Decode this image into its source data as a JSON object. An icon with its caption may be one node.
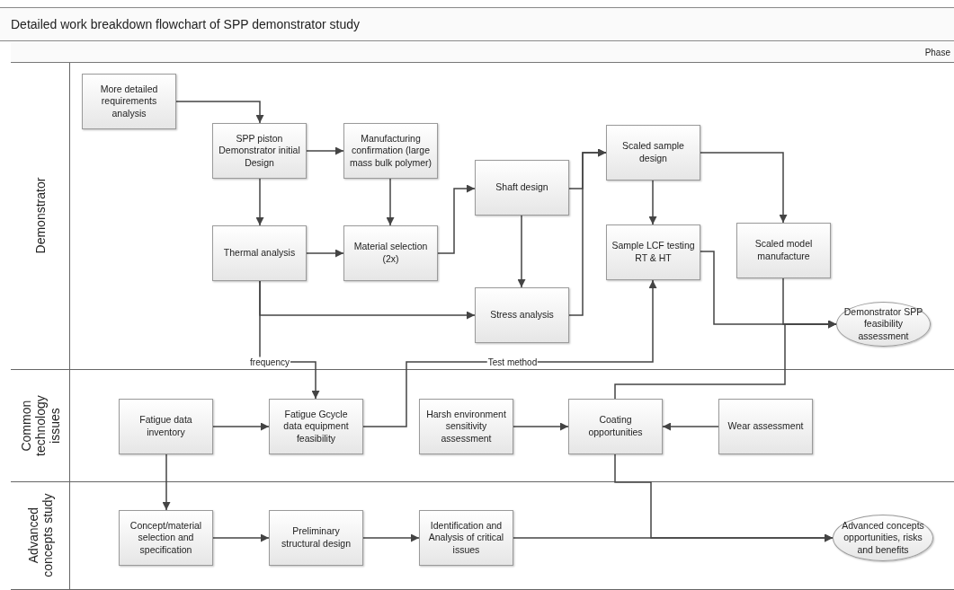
{
  "diagram": {
    "title": "Detailed work breakdown flowchart of SPP demonstrator study",
    "nodes": [
      {
        "text": [
          "Demonstrator"
        ]
      },
      {
        "text": [
          "Common technology issues"
        ]
      },
      {
        "text": [
          "Advanced concepts study"
        ]
      },
      {
        "text": [
          "More detailed requirements analysis"
        ],
        "in": 0
      },
      {
        "text": [
          "SPP piston Demonstrator initial Design"
        ],
        "in": 0
      },
      {
        "text": [
          "Manufacturing confirmation (large mass bulk polymer)"
        ],
        "in": 0
      },
      {
        "text": [
          "Thermal analysis"
        ],
        "in": 0
      },
      {
        "text": [
          "Material selection (2x)"
        ],
        "in": 0
      },
      {
        "text": [
          "Shaft design"
        ],
        "in": 0
      },
      {
        "text": [
          "Stress analysis"
        ],
        "in": 0
      },
      {
        "text": [
          "Scaled sample design"
        ],
        "in": 0
      },
      {
        "text": [
          "Sample LCF testing RT & HT"
        ],
        "in": 0
      },
      {
        "text": [
          "Scaled model manufacture"
        ],
        "in": 0
      },
      {
        "text": [
          "Demonstrator SPP feasibility assessment"
        ],
        "in": 0
      },
      {
        "text": [
          "Fatigue data inventory"
        ],
        "in": 1
      },
      {
        "text": [
          "Fatigue Gcycle data equipment feasibility"
        ],
        "in": 1
      },
      {
        "text": [
          "Harsh environment sensitivity assessment"
        ],
        "in": 1
      },
      {
        "text": [
          "Coating opportunities"
        ],
        "in": 1
      },
      {
        "text": [
          "Wear assessment"
        ],
        "in": 1
      },
      {
        "text": [
          "Concept/material selection and specification"
        ],
        "in": 2
      },
      {
        "text": [
          "Preliminary structural design"
        ],
        "in": 2
      },
      {
        "text": [
          "Identification and Analysis of critical issues"
        ],
        "in": 2
      },
      {
        "text": [
          "Advanced concepts opportunities, risks and benefits"
        ],
        "in": 2
      }
    ],
    "edges": [
      {
        "from": 3,
        "to": 4,
        "arrow": "to"
      },
      {
        "from": 4,
        "to": 5,
        "arrow": "to"
      },
      {
        "from": 4,
        "to": 6,
        "arrow": "to"
      },
      {
        "from": 5,
        "to": 7,
        "arrow": "to"
      },
      {
        "from": 6,
        "to": 7,
        "arrow": "to"
      },
      {
        "from": 7,
        "to": 8,
        "arrow": "to"
      },
      {
        "from": 8,
        "to": 9,
        "arrow": "to"
      },
      {
        "from": 6,
        "to": 9,
        "arrow": "to"
      },
      {
        "from": 6,
        "to": 15,
        "arrow": "to",
        "label": "frequency"
      },
      {
        "from": 8,
        "to": 10,
        "arrow": "to"
      },
      {
        "from": 9,
        "to": 10,
        "arrow": "to"
      },
      {
        "from": 10,
        "to": 11,
        "arrow": "to"
      },
      {
        "from": 10,
        "to": 12,
        "arrow": "to"
      },
      {
        "from": 11,
        "to": 13,
        "arrow": "to"
      },
      {
        "from": 12,
        "to": 13,
        "arrow": "to"
      },
      {
        "from": 17,
        "to": 13,
        "arrow": "to"
      },
      {
        "from": 15,
        "to": 11,
        "arrow": "to",
        "label": "Test method"
      },
      {
        "from": 14,
        "to": 15,
        "arrow": "to"
      },
      {
        "from": 16,
        "to": 17,
        "arrow": "to"
      },
      {
        "from": 18,
        "to": 17,
        "arrow": "to"
      },
      {
        "from": 14,
        "to": 19,
        "arrow": "to"
      },
      {
        "from": 19,
        "to": 20,
        "arrow": "to"
      },
      {
        "from": 20,
        "to": 21,
        "arrow": "to"
      },
      {
        "from": 21,
        "to": 22,
        "arrow": "to"
      },
      {
        "from": 17,
        "to": 22,
        "arrow": "to"
      }
    ],
    "labels": [
      "Phase"
    ]
  }
}
